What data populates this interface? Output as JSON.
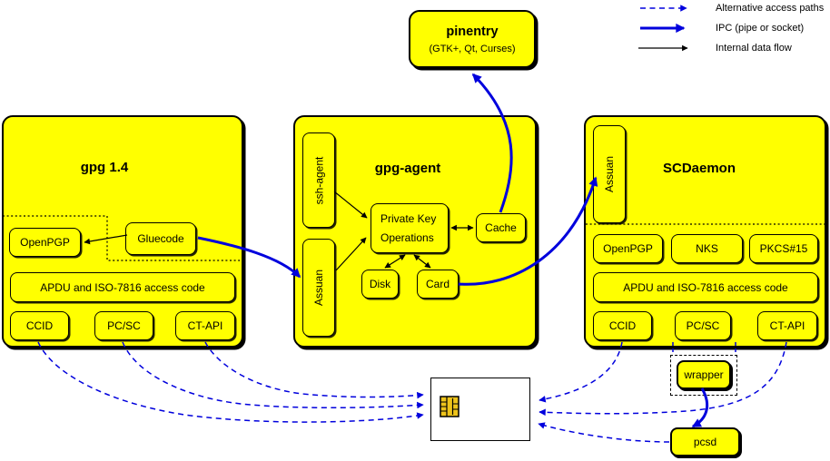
{
  "legend": {
    "items": [
      {
        "label": "Alternative access paths"
      },
      {
        "label": "IPC (pipe or socket)"
      },
      {
        "label": "Internal data flow"
      }
    ]
  },
  "pinentry": {
    "title": "pinentry",
    "subtitle": "(GTK+, Qt, Curses)"
  },
  "gpg14": {
    "title": "gpg 1.4",
    "boxes": {
      "openpgp": "OpenPGP",
      "gluecode": "Gluecode",
      "apdu": "APDU and ISO-7816 access code",
      "ccid": "CCID",
      "pcsc": "PC/SC",
      "ctapi": "CT-API"
    }
  },
  "gpg_agent": {
    "title": "gpg-agent",
    "boxes": {
      "ssh_agent": "ssh-agent",
      "assuan": "Assuan",
      "pko_line1": "Private Key",
      "pko_line2": "Operations",
      "cache": "Cache",
      "disk": "Disk",
      "card": "Card"
    }
  },
  "scdaemon": {
    "title": "SCDaemon",
    "boxes": {
      "assuan": "Assuan",
      "openpgp": "OpenPGP",
      "nks": "NKS",
      "pkcs15": "PKCS#15",
      "apdu": "APDU and ISO-7816 access code",
      "ccid": "CCID",
      "pcsc": "PC/SC",
      "ctapi": "CT-API"
    }
  },
  "bottom": {
    "wrapper": "wrapper",
    "pcsd": "pcsd"
  },
  "colors": {
    "box_fill": "#ffff00",
    "line_blue": "#0000dd",
    "chip_gold": "#eec41c"
  }
}
